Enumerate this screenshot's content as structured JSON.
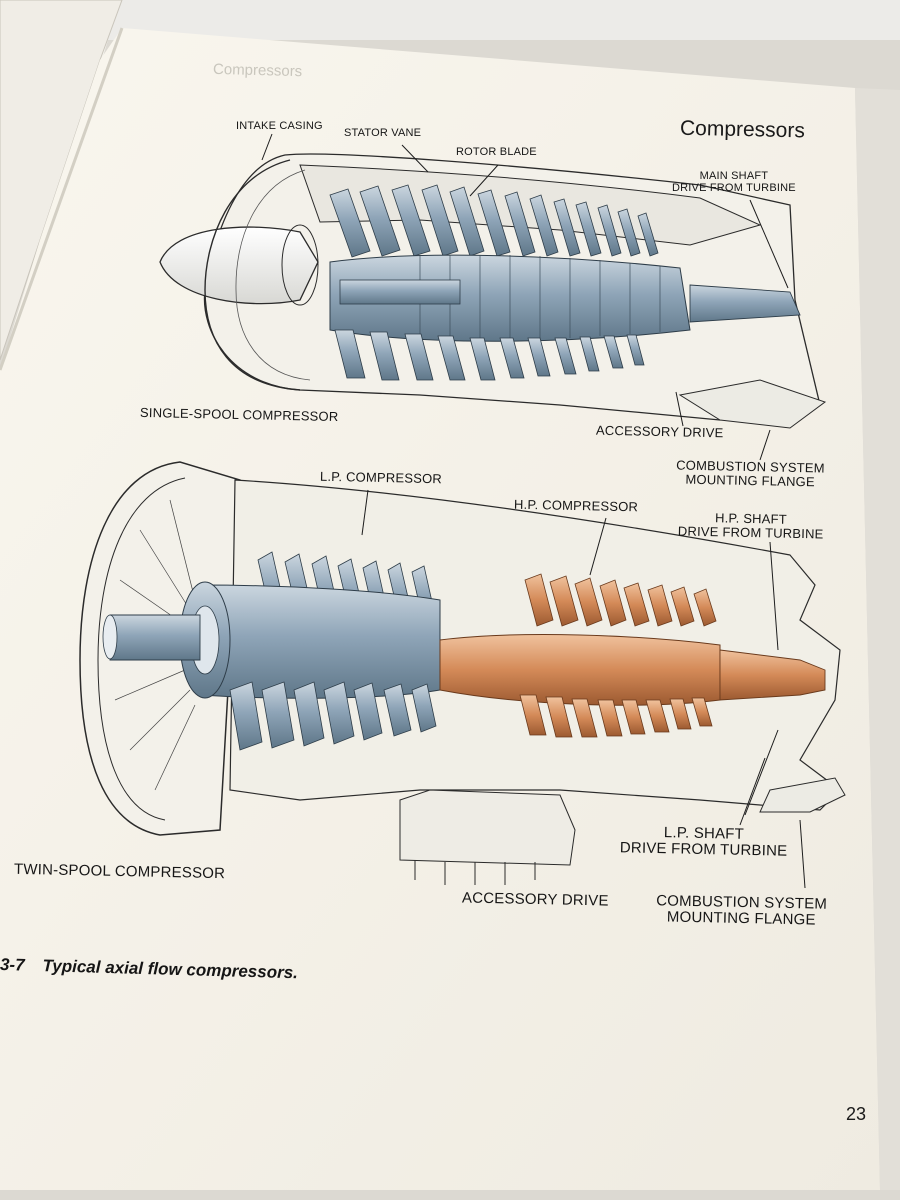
{
  "page": {
    "header": "Compressors",
    "faint_header": "Compressors",
    "page_number": "23"
  },
  "figure": {
    "number": "3-7",
    "caption": "Typical axial flow compressors."
  },
  "single_spool": {
    "title": "SINGLE-SPOOL COMPRESSOR",
    "labels": {
      "intake_casing": "INTAKE CASING",
      "stator_vane": "STATOR VANE",
      "rotor_blade": "ROTOR BLADE",
      "main_shaft_1": "MAIN SHAFT",
      "main_shaft_2": "DRIVE FROM TURBINE",
      "accessory_drive": "ACCESSORY DRIVE",
      "combustion_1": "COMBUSTION SYSTEM",
      "combustion_2": "MOUNTING FLANGE"
    }
  },
  "twin_spool": {
    "title": "TWIN-SPOOL COMPRESSOR",
    "labels": {
      "lp_compressor": "L.P. COMPRESSOR",
      "hp_compressor": "H.P. COMPRESSOR",
      "hp_shaft_1": "H.P. SHAFT",
      "hp_shaft_2": "DRIVE FROM TURBINE",
      "lp_shaft_1": "L.P. SHAFT",
      "lp_shaft_2": "DRIVE FROM TURBINE",
      "accessory_drive": "ACCESSORY DRIVE",
      "combustion_1": "COMBUSTION SYSTEM",
      "combustion_2": "MOUNTING FLANGE"
    }
  },
  "colors": {
    "page": "#f6f3ea",
    "steel": "#9fb3c4",
    "copper": "#d9956b",
    "ink": "#161616"
  },
  "icons": [
    "leader-arrow"
  ]
}
